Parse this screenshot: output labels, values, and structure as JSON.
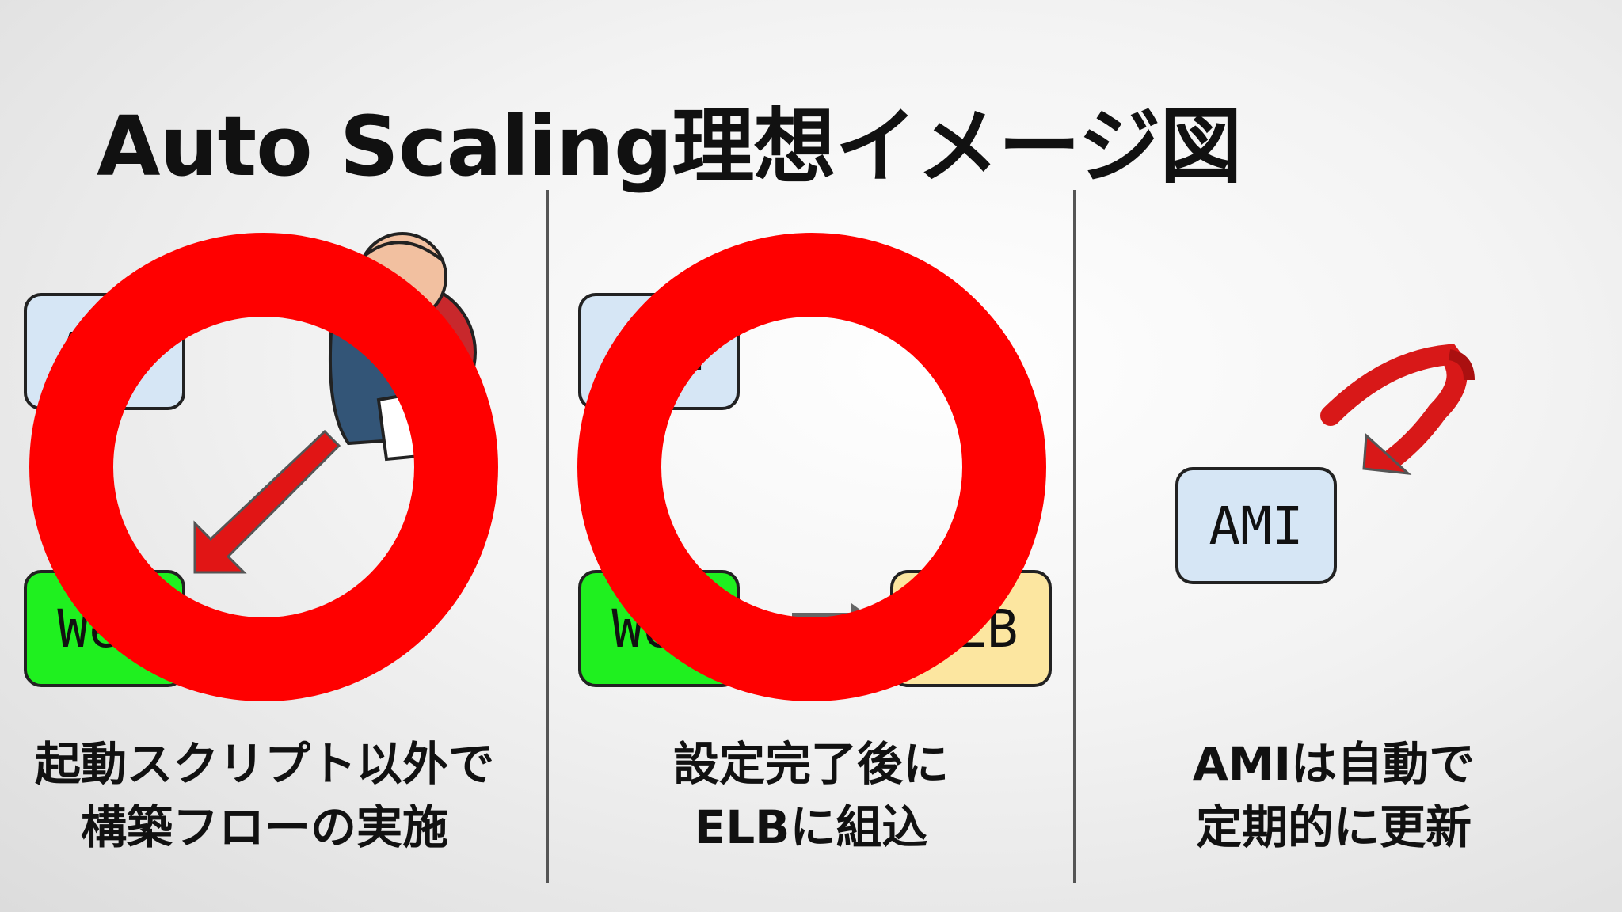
{
  "title": "Auto Scaling理想イメージ図",
  "panels": [
    {
      "boxes": {
        "ami": "AMI",
        "web": "Web"
      },
      "caption": [
        "起動スクリプト以外で",
        "構築フローの実施"
      ]
    },
    {
      "boxes": {
        "ami": "AMI",
        "web": "Web",
        "elb": "ELB"
      },
      "caption": [
        "設定完了後に",
        "ELBに組込"
      ]
    },
    {
      "boxes": {
        "ami": "AMI"
      },
      "caption": [
        "AMIは自動で",
        "定期的に更新"
      ]
    }
  ],
  "colors": {
    "ring": "#ff0000",
    "arrow": "#e11515",
    "ami_box": "#d6e6f5",
    "web_box": "#1ff01f",
    "elb_box": "#fce6a0"
  },
  "icons": [
    "jenkins-butler-icon",
    "arrow-icon",
    "circle-ok-mark-icon",
    "refresh-arrow-icon"
  ]
}
